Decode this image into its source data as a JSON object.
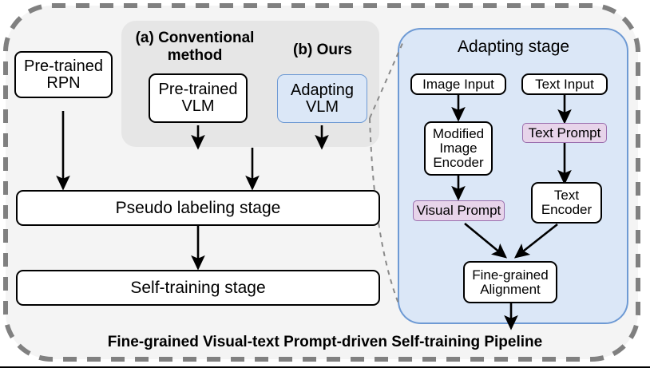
{
  "figure": {
    "caption": "Fine-grained Visual-text Prompt-driven Self-training Pipeline",
    "outer_border_color": "#808080",
    "outer_fill_color": "#f4f4f4"
  },
  "groups": {
    "conventional": {
      "label_line1": "(a) Conventional",
      "label_line2": "method",
      "fill_color": "#e6e6e6"
    },
    "ours": {
      "label": "(b) Ours"
    },
    "adapting_panel": {
      "title": "Adapting stage",
      "fill_color": "#dbe7f7",
      "border_color": "#6e9ad4"
    }
  },
  "left_pipeline": {
    "nodes": [
      {
        "id": "pretrained-rpn",
        "line1": "Pre-trained",
        "line2": "RPN",
        "style": "white"
      },
      {
        "id": "pretrained-vlm",
        "line1": "Pre-trained",
        "line2": "VLM",
        "style": "white"
      },
      {
        "id": "adapting-vlm",
        "line1": "Adapting",
        "line2": "VLM",
        "style": "blue"
      },
      {
        "id": "pseudo-labeling-stage",
        "line1": "Pseudo labeling stage",
        "line2": "",
        "style": "white"
      },
      {
        "id": "self-training-stage",
        "line1": "Self-training stage",
        "line2": "",
        "style": "white"
      }
    ]
  },
  "adapting_stage": {
    "nodes": [
      {
        "id": "image-input",
        "line1": "Image Input",
        "line2": "",
        "line3": "",
        "style": "white"
      },
      {
        "id": "text-input",
        "line1": "Text Input",
        "line2": "",
        "line3": "",
        "style": "white"
      },
      {
        "id": "modified-image-encoder",
        "line1": "Modified",
        "line2": "Image",
        "line3": "Encoder",
        "style": "white"
      },
      {
        "id": "text-prompt",
        "line1": "Text Prompt",
        "line2": "",
        "line3": "",
        "style": "purple"
      },
      {
        "id": "visual-prompt",
        "line1": "Visual Prompt",
        "line2": "",
        "line3": "",
        "style": "purple"
      },
      {
        "id": "text-encoder",
        "line1": "Text",
        "line2": "Encoder",
        "line3": "",
        "style": "white"
      },
      {
        "id": "fine-grained-alignment",
        "line1": "Fine-grained",
        "line2": "Alignment",
        "line3": "",
        "style": "white"
      }
    ]
  }
}
